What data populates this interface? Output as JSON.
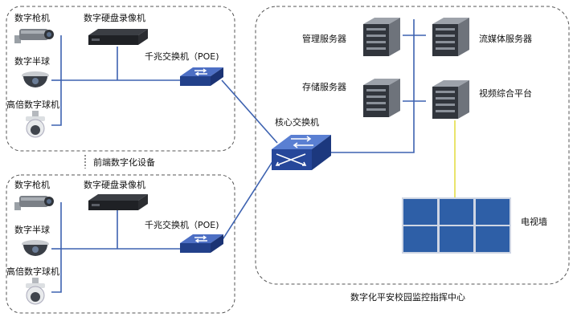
{
  "front_end": {
    "group_top": {
      "bullet_camera": "数字枪机",
      "dome_camera": "数字半球",
      "ptz_camera": "高倍数字球机",
      "nvr": "数字硬盘录像机",
      "poe_switch": "千兆交换机（POE)"
    },
    "group_bottom": {
      "bullet_camera": "数字枪机",
      "dome_camera": "数字半球",
      "ptz_camera": "高倍数字球机",
      "nvr": "数字硬盘录像机",
      "poe_switch": "千兆交换机（POE)"
    },
    "caption": "前端数字化设备"
  },
  "core_switch": "核心交换机",
  "center": {
    "management_server": "管理服务器",
    "streaming_server": "流媒体服务器",
    "storage_server": "存储服务器",
    "video_platform": "视频综合平台",
    "video_wall": "电视墙",
    "caption": "数字化平安校园监控指挥中心"
  },
  "colors": {
    "link": "#3d62b0",
    "video_link": "#e7e15c",
    "wall_fill": "#2e5fa7",
    "switch_fill": "#3152a8"
  }
}
